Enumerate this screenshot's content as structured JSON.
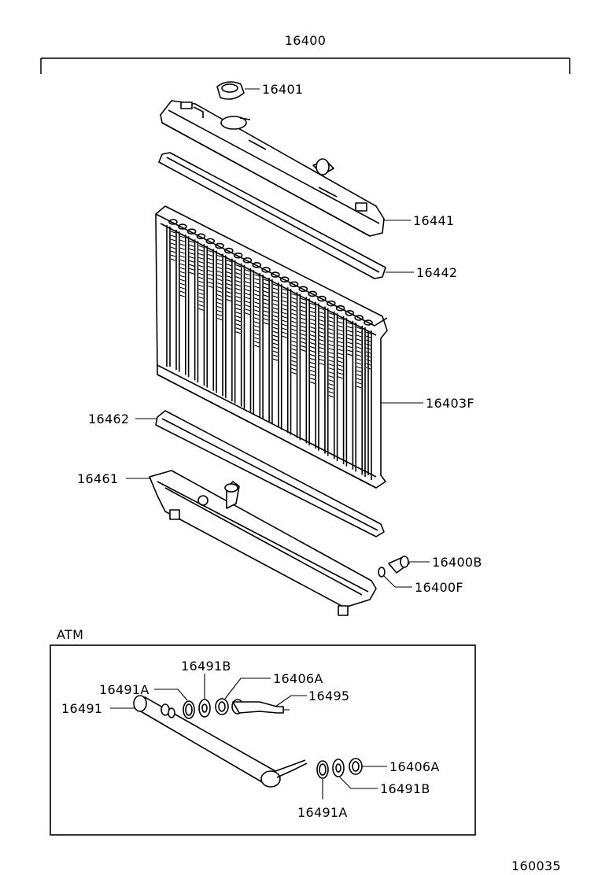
{
  "assembly": {
    "number": "16400"
  },
  "callouts": [
    {
      "id": "cap",
      "text": "16401"
    },
    {
      "id": "upper-tank",
      "text": "16441"
    },
    {
      "id": "upper-gasket",
      "text": "16442"
    },
    {
      "id": "core",
      "text": "16403F"
    },
    {
      "id": "lower-gasket",
      "text": "16462"
    },
    {
      "id": "lower-tank",
      "text": "16461"
    },
    {
      "id": "drain-cock",
      "text": "16400B"
    },
    {
      "id": "drain-o-ring",
      "text": "16400F"
    }
  ],
  "atm_section": {
    "label": "ATM",
    "callouts": [
      {
        "id": "cooler-b-top",
        "text": "16491B"
      },
      {
        "id": "union-a-top",
        "text": "16406A"
      },
      {
        "id": "gasket-a-top",
        "text": "16491A"
      },
      {
        "id": "hose-pipe",
        "text": "16495"
      },
      {
        "id": "oil-cooler",
        "text": "16491"
      },
      {
        "id": "union-a-bottom",
        "text": "16406A"
      },
      {
        "id": "cooler-b-bottom",
        "text": "16491B"
      },
      {
        "id": "gasket-a-bottom",
        "text": "16491A"
      }
    ]
  },
  "figure_number": "160035"
}
